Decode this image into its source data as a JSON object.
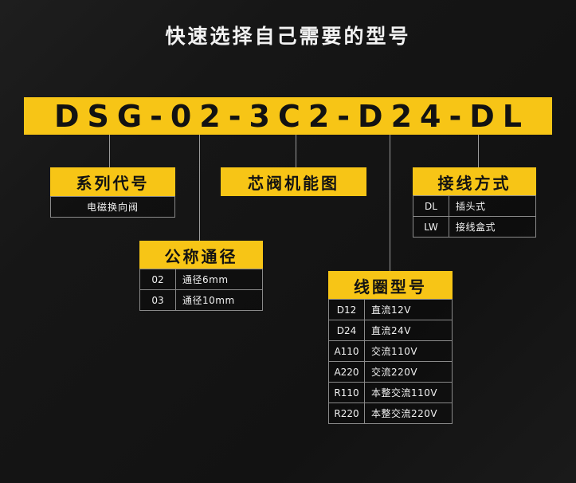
{
  "title": "快速选择自己需要的型号",
  "banner": {
    "model": "DSG-02-3C2-D24-DL"
  },
  "colors": {
    "accent": "#F7C516",
    "background": "#151515",
    "line": "#9b9b9b",
    "border": "#8a8a8a",
    "text_on_accent": "#121212",
    "text_light": "#f2f2f2"
  },
  "groups": {
    "series": {
      "label": "系列代号",
      "note": "电磁换向阀"
    },
    "diameter": {
      "label": "公称通径",
      "rows": [
        {
          "code": "02",
          "desc": "通径6mm"
        },
        {
          "code": "03",
          "desc": "通径10mm"
        }
      ]
    },
    "spool": {
      "label": "芯阀机能图"
    },
    "coil": {
      "label": "线圈型号",
      "rows": [
        {
          "code": "D12",
          "desc": "直流12V"
        },
        {
          "code": "D24",
          "desc": "直流24V"
        },
        {
          "code": "A110",
          "desc": "交流110V"
        },
        {
          "code": "A220",
          "desc": "交流220V"
        },
        {
          "code": "R110",
          "desc": "本整交流110V"
        },
        {
          "code": "R220",
          "desc": "本整交流220V"
        }
      ]
    },
    "wiring": {
      "label": "接线方式",
      "rows": [
        {
          "code": "DL",
          "desc": "插头式"
        },
        {
          "code": "LW",
          "desc": "接线盒式"
        }
      ]
    }
  }
}
